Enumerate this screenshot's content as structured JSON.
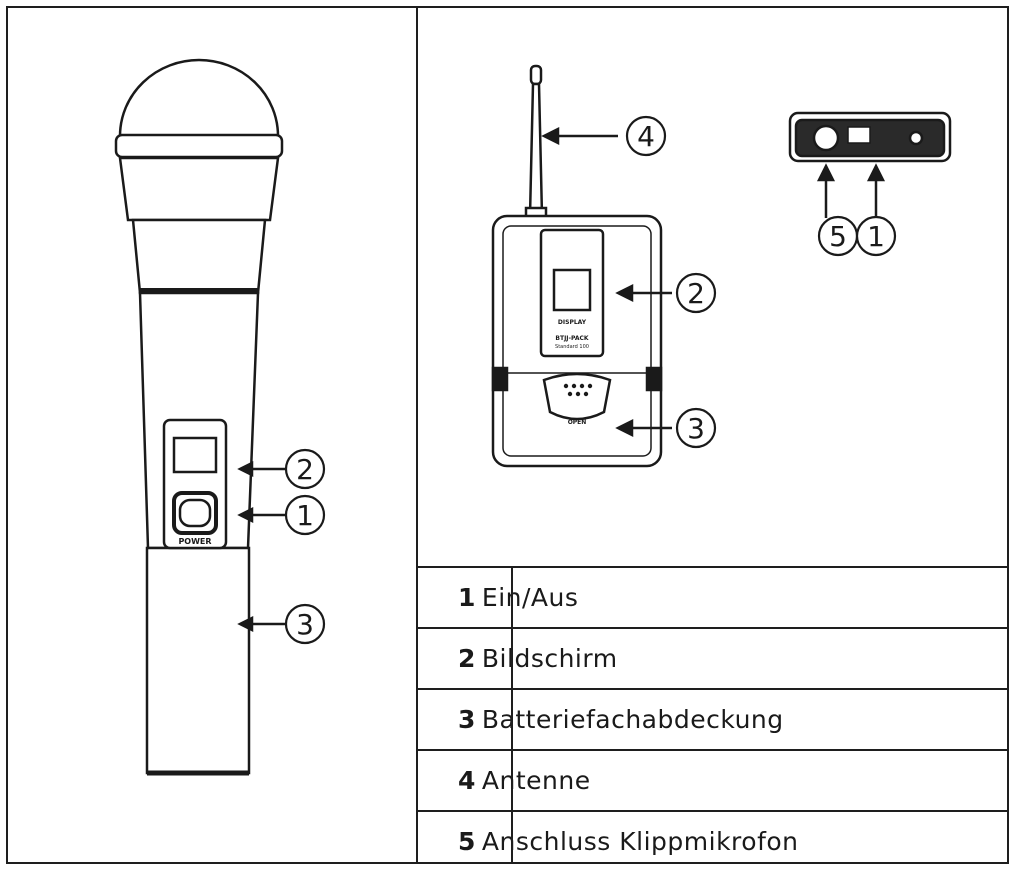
{
  "callouts": {
    "mic_display": "2",
    "mic_power": "1",
    "mic_battery": "3",
    "pack_antenna": "4",
    "pack_display": "2",
    "pack_battery": "3",
    "top_jack": "5",
    "top_power": "1"
  },
  "device_labels": {
    "mic_power": "POWER",
    "pack_display": "DISPLAY",
    "pack_brand": "BTJJ-PACK",
    "pack_sub": "Standard 100",
    "pack_open": "OPEN"
  },
  "legend": [
    {
      "num": "1",
      "text": "Ein/Aus"
    },
    {
      "num": "2",
      "text": "Bildschirm"
    },
    {
      "num": "3",
      "text": "Batteriefachabdeckung"
    },
    {
      "num": "4",
      "text": "Antenne"
    },
    {
      "num": "5",
      "text": "Anschluss Klippmikrofon"
    }
  ]
}
